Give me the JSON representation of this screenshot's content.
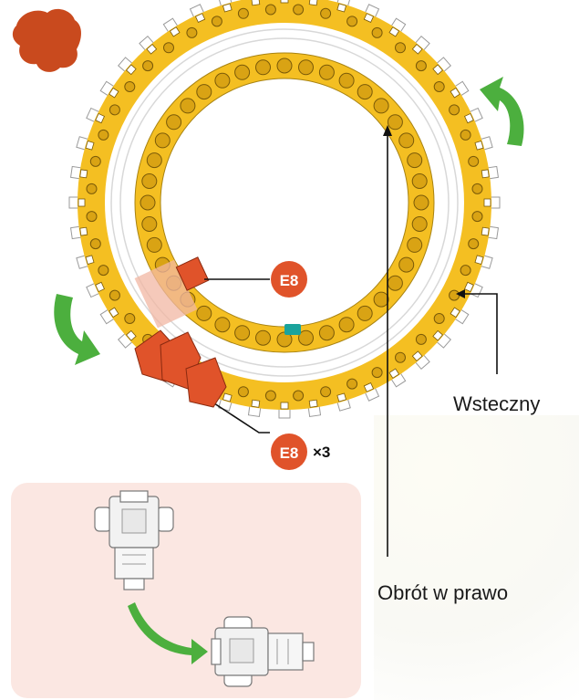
{
  "labels": {
    "reverse": "Wsteczny",
    "rotate_right": "Obrót w prawo"
  },
  "parts": {
    "single_code": "E8",
    "stack_code": "E8",
    "stack_multiplier": "×3"
  },
  "colors": {
    "ring_yellow": "#f4bf22",
    "stud_yellow": "#d9a314",
    "accent_orange": "#e0532a",
    "arrow_green": "#4caf3e",
    "teal_piece": "#1aa39c",
    "inset_bg": "#fbe7e2",
    "corner_blob": "#c94a1e"
  },
  "icons": [
    "corner-blob-icon",
    "rotate-arrow-icon",
    "robot-top-view-icon",
    "robot-rotated-view-icon"
  ]
}
